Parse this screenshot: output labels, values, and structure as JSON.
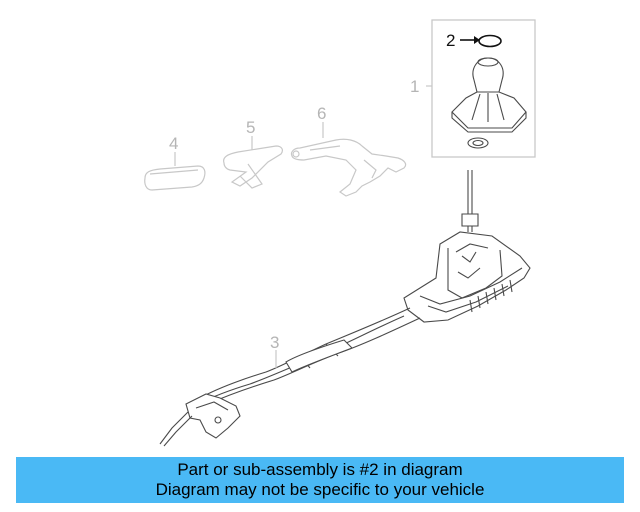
{
  "diagram": {
    "callouts": {
      "c1": "1",
      "c2": "2",
      "c3": "3",
      "c4": "4",
      "c5": "5",
      "c6": "6"
    },
    "highlighted_part": "2",
    "colors": {
      "highlight_line": "#111111",
      "faded_line": "#c8c8c8",
      "part_line": "#4a4a4a",
      "banner": "#4ab9f5"
    }
  },
  "banner": {
    "line1": "Part or sub-assembly is #2 in diagram",
    "line2": "Diagram may not be specific to your vehicle"
  }
}
